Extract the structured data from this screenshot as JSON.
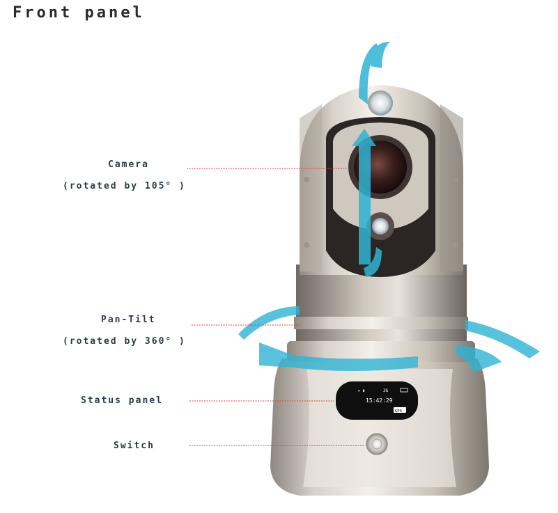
{
  "title": "Front panel",
  "callouts": {
    "camera": {
      "name": "Camera",
      "detail": "(rotated by 105° )"
    },
    "pan_tilt": {
      "name": "Pan-Tilt",
      "detail": "(rotated by 360° )"
    },
    "status_panel": {
      "name": "Status panel"
    },
    "switch": {
      "name": "Switch"
    }
  },
  "status_display": {
    "time": "15:42:29",
    "top_row": "3G",
    "bottom_badge": "GPS"
  },
  "colors": {
    "arrow": "#2fb4d4",
    "leader_line": "#e04040",
    "body": "#cfc8bf",
    "text": "#2d3b48"
  }
}
